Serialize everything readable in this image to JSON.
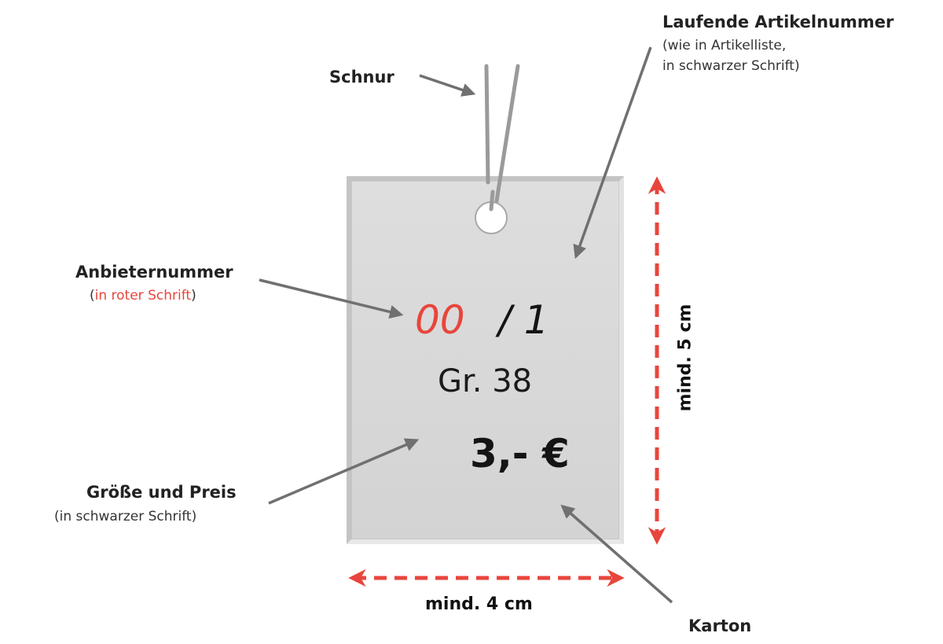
{
  "labels": {
    "schnur": "Schnur",
    "laufende_title": "Laufende Artikelnummer",
    "laufende_sub1": "(wie in Artikelliste,",
    "laufende_sub2": "in schwarzer Schrift)",
    "anbieter_title": "Anbieternummer",
    "anbieter_open": "(",
    "anbieter_sub": "in roter Schrift",
    "anbieter_close": ")",
    "groesse_title": "Größe und Preis",
    "groesse_sub": "(in schwarzer Schrift)",
    "karton": "Karton"
  },
  "tag": {
    "seller_number": "00",
    "slash_item": "/ 1",
    "size": "Gr. 38",
    "price": "3,- €"
  },
  "dimensions": {
    "width": "mind. 4 cm",
    "height": "mind. 5 cm"
  },
  "colors": {
    "accent_red": "#e8453c",
    "tag_fill": "#d9d9d9",
    "arrow_gray": "#707070"
  }
}
